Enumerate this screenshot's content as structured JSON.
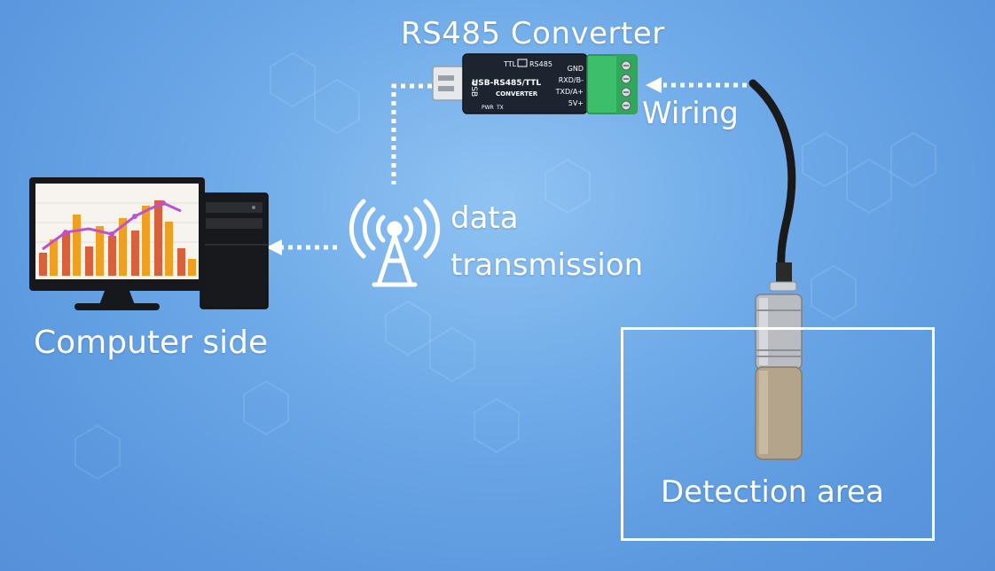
{
  "labels": {
    "converter_title": "RS485 Converter",
    "wiring": "Wiring",
    "data": "data",
    "transmission": "transmission",
    "computer_side": "Computer side",
    "detection_area": "Detection area"
  },
  "converter_device": {
    "text_ttl": "TTL",
    "text_rs485": "RS485",
    "text_main": "USB-RS485/TTL",
    "text_sub": "CONVERTER",
    "text_usb": "USB",
    "text_pwr": "PWR",
    "text_tx": "TX",
    "pins": [
      "GND",
      "RXD/B-",
      "TXD/A+",
      "5V+"
    ]
  },
  "colors": {
    "background": "#6eaae8",
    "line": "#ffffff",
    "converter_body": "#1c2430",
    "terminal_block": "#3cbf6a",
    "bar_orange": "#f0a020",
    "bar_red": "#d8603a",
    "chart_line": "#c050d0"
  },
  "icons": {
    "antenna": "antenna-broadcast-icon",
    "computer": "desktop-computer-icon",
    "sensor": "sensor-probe-icon"
  }
}
